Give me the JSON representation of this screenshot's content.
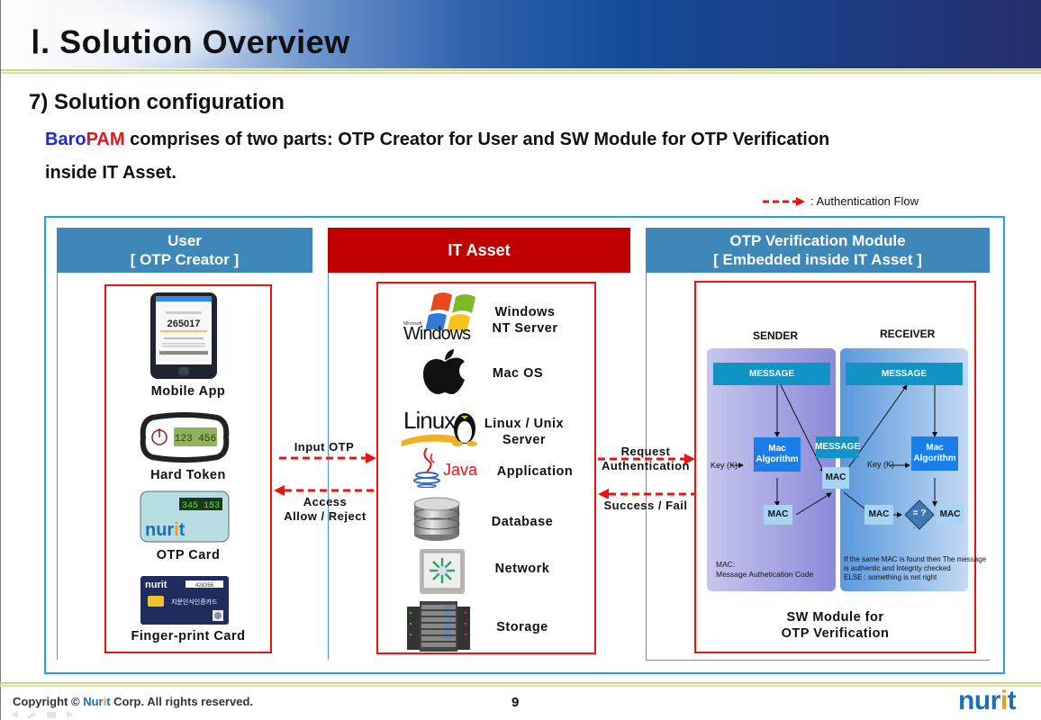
{
  "header": {
    "title": "Ⅰ. Solution Overview"
  },
  "section": {
    "subtitle": "7) Solution configuration",
    "description_brand_part1": "Baro",
    "description_brand_part2": "PAM",
    "description_line1_rest": " comprises of two parts: OTP Creator for User and SW Module for OTP Verification",
    "description_line2": "inside IT Asset."
  },
  "legend": {
    "label": ": Authentication Flow"
  },
  "columns": {
    "user": {
      "title_line1": "User",
      "title_line2": "[ OTP Creator ]",
      "items": [
        {
          "label": "Mobile App",
          "icon": "smartphone-icon",
          "display": "265017"
        },
        {
          "label": "Hard Token",
          "icon": "hard-token-icon",
          "display": "123 456"
        },
        {
          "label": "OTP Card",
          "icon": "otp-card-icon",
          "display": "345 153",
          "brand": "nurit"
        },
        {
          "label": "Finger-print Card",
          "icon": "fingerprint-card-icon",
          "display": "428356",
          "brand": "nurit",
          "card_text": "지문인식인증카드"
        }
      ]
    },
    "it_asset": {
      "title": "IT Asset",
      "items": [
        {
          "label_line1": "Windows",
          "label_line2": "NT Server",
          "icon": "windows-logo-icon",
          "logo_small": "Microsoft",
          "logo_text": "Windows"
        },
        {
          "label_line1": "Mac OS",
          "icon": "apple-logo-icon"
        },
        {
          "label_line1": "Linux / Unix",
          "label_line2": "Server",
          "icon": "linux-logo-icon",
          "logo_text": "Linux"
        },
        {
          "label_line1": "Application",
          "icon": "java-logo-icon",
          "logo_text": "Java"
        },
        {
          "label_line1": "Database",
          "icon": "database-icon"
        },
        {
          "label_line1": "Network",
          "icon": "network-switch-icon"
        },
        {
          "label_line1": "Storage",
          "icon": "server-rack-icon"
        }
      ]
    },
    "otp_module": {
      "title_line1": "OTP Verification  Module",
      "title_line2": "[ Embedded inside IT Asset ]",
      "caption_line1": "SW Module for",
      "caption_line2": "OTP Verification",
      "mac_diagram": {
        "sender_label": "SENDER",
        "receiver_label": "RECEIVER",
        "message": "MESSAGE",
        "mac_algorithm_line1": "Mac",
        "mac_algorithm_line2": "Algorithm",
        "key": "Key (K)",
        "mac": "MAC",
        "compare": "= ?",
        "mac_note_line1": "MAC:",
        "mac_note_line2": "Message Authetication Code",
        "result_line1": "If the same MAC is found then The message",
        "result_line2": "is authentic and Integrity checked",
        "result_line3": "ELSE : something is net right"
      }
    }
  },
  "flows": {
    "input_otp": "Input OTP",
    "access_line1": "Access",
    "access_line2": "Allow / Reject",
    "request_line1": "Request",
    "request_line2": "Authentication",
    "success_fail": "Success / Fail"
  },
  "footer": {
    "copyright_prefix": "Copyright © ",
    "copyright_brand_part1": "Nur",
    "copyright_brand_part2": "i",
    "copyright_brand_part3": "t",
    "copyright_suffix": " Corp. All rights reserved.",
    "page_number": "9",
    "logo_part1": "nur",
    "logo_part2": "i",
    "logo_part3": "t"
  },
  "colors": {
    "brand_blue": "#1f27d6",
    "brand_red": "#e8121a",
    "header_blue": "#3e87b9",
    "it_asset_red": "#c00000",
    "flow_red": "#ee1111",
    "frame_blue": "#22a3dc",
    "nurit_blue": "#1d6fb8",
    "nurit_orange": "#f39a1e"
  }
}
